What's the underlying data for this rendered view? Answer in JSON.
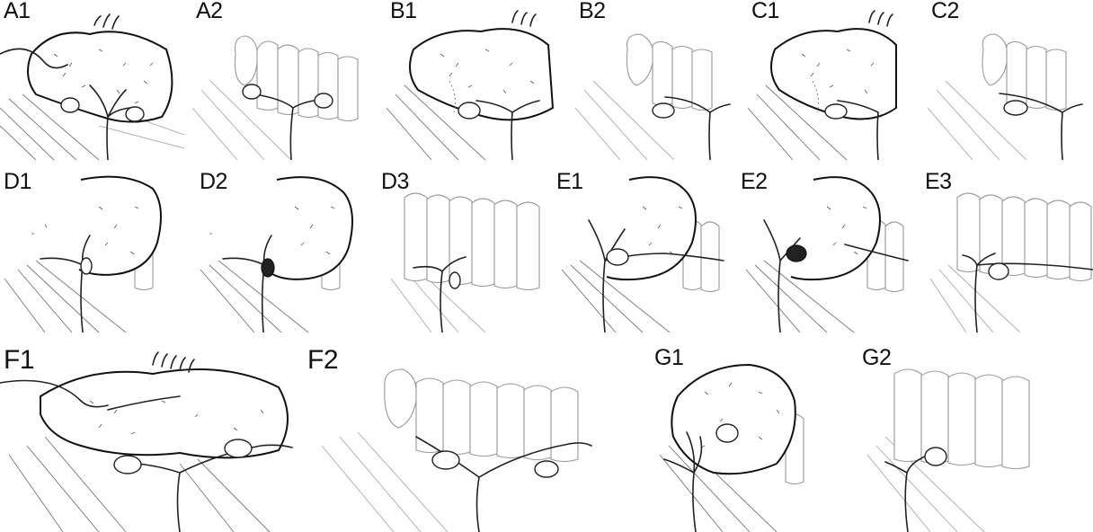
{
  "panels": [
    {
      "id": "A1",
      "label": "A1",
      "variant": "gland-cap-nodes"
    },
    {
      "id": "A2",
      "label": "A2",
      "variant": "trachea-two-nodes"
    },
    {
      "id": "B1",
      "label": "B1",
      "variant": "gland-cap-dotted"
    },
    {
      "id": "B2",
      "label": "B2",
      "variant": "trachea-one-node"
    },
    {
      "id": "C1",
      "label": "C1",
      "variant": "gland-cap-dotted"
    },
    {
      "id": "C2",
      "label": "C2",
      "variant": "trachea-one-node"
    },
    {
      "id": "D1",
      "label": "D1",
      "variant": "lobe-small-node"
    },
    {
      "id": "D2",
      "label": "D2",
      "variant": "lobe-dark-node"
    },
    {
      "id": "D3",
      "label": "D3",
      "variant": "trachea-small-node"
    },
    {
      "id": "E1",
      "label": "E1",
      "variant": "lobe-node-left"
    },
    {
      "id": "E2",
      "label": "E2",
      "variant": "lobe-dark-node-left"
    },
    {
      "id": "E3",
      "label": "E3",
      "variant": "trachea-node-right"
    },
    {
      "id": "F1",
      "label": "F1",
      "variant": "wide-gland-nodes"
    },
    {
      "id": "F2",
      "label": "F2",
      "variant": "wide-trachea-nodes"
    },
    {
      "id": "G1",
      "label": "G1",
      "variant": "lobe-intra-node"
    },
    {
      "id": "G2",
      "label": "G2",
      "variant": "trachea-raised-node"
    }
  ]
}
